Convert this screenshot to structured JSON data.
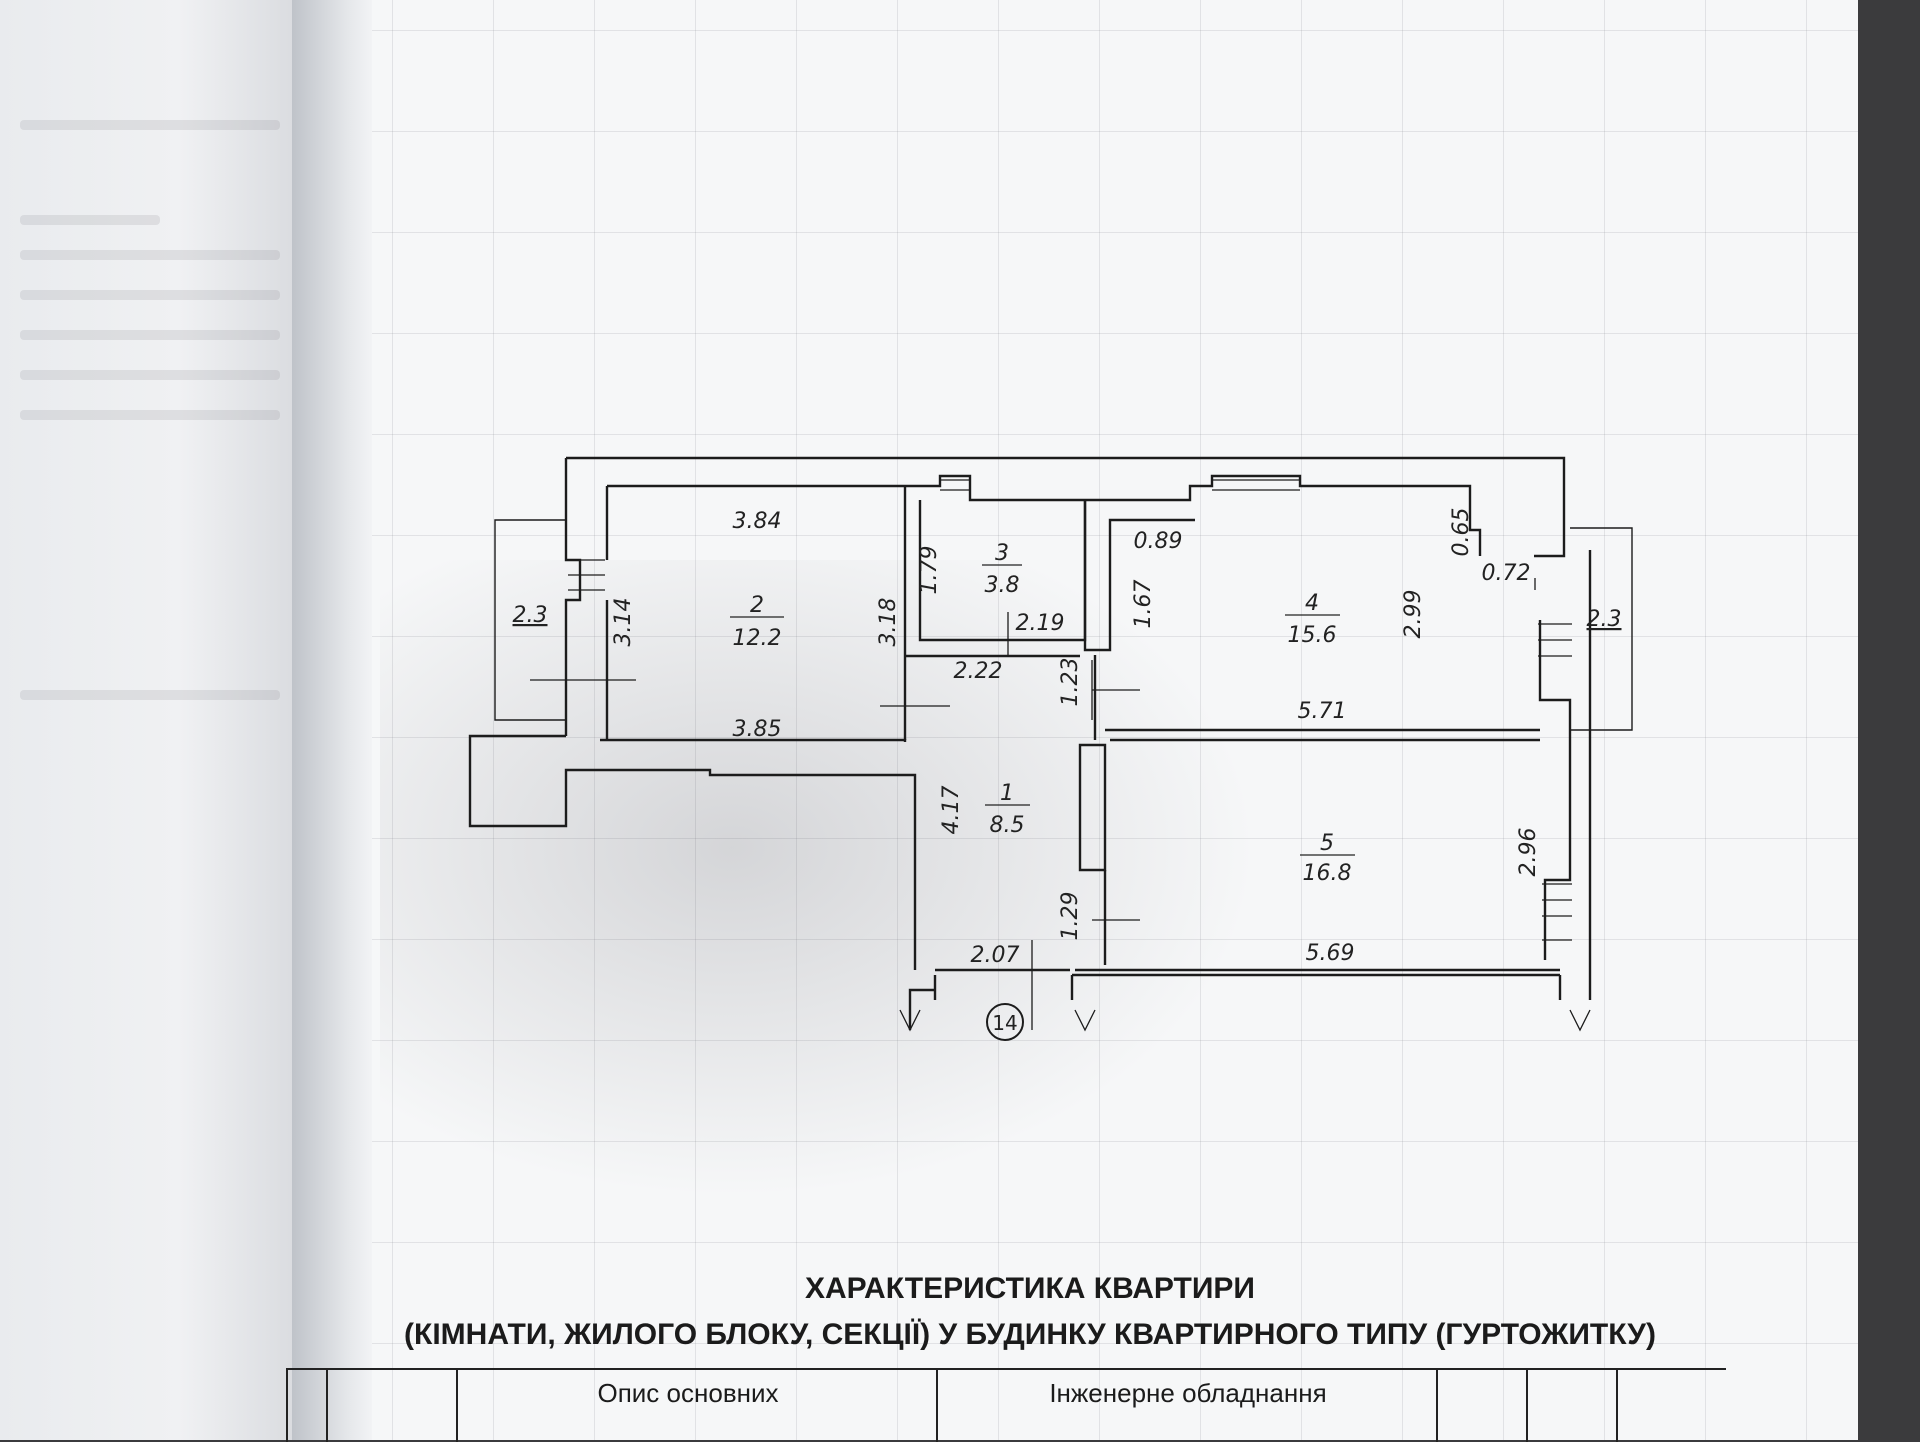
{
  "floor_plan": {
    "rooms": [
      {
        "number": "1",
        "area": "8.5"
      },
      {
        "number": "2",
        "area": "12.2"
      },
      {
        "number": "3",
        "area": "3.8"
      },
      {
        "number": "4",
        "area": "15.6"
      },
      {
        "number": "5",
        "area": "16.8"
      }
    ],
    "dimensions": {
      "r2_top": "3.84",
      "r2_bottom": "3.85",
      "r2_left": "3.14",
      "r2_right": "3.18",
      "r3_left": "1.79",
      "r3_bottom": "2.19",
      "r1_top": "2.22",
      "r1_left": "4.17",
      "r1_bottom": "2.07",
      "r1_door_top": "1.23",
      "r1_door_bottom": "1.29",
      "r4_nook_w": "0.89",
      "r4_nook_h": "1.67",
      "r4_right": "2.99",
      "r4_bottom": "5.71",
      "r4_corner_h": "0.65",
      "r4_corner_w": "0.72",
      "balcony_left": "2.3",
      "balcony_right": "2.3",
      "r5_right": "2.96",
      "r5_bottom": "5.69"
    },
    "axis_marker": "14"
  },
  "table": {
    "title_line1": "ХАРАКТЕРИСТИКА КВАРТИРИ",
    "title_line2": "(КІМНАТИ, ЖИЛОГО БЛОКУ, СЕКЦІЇ) У БУДИНКУ КВАРТИРНОГО ТИПУ (ГУРТОЖИТКУ)",
    "col_description": "Опис основних",
    "col_engineering": "Інженерне обладнання"
  }
}
